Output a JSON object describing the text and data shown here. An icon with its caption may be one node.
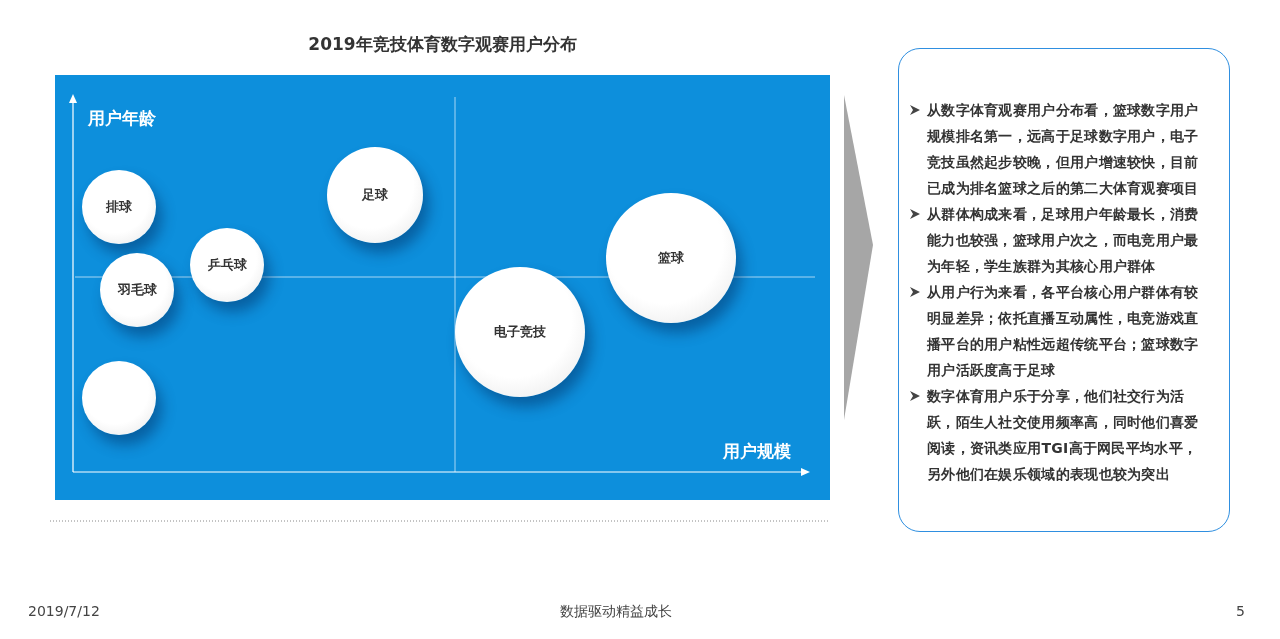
{
  "diagram": {
    "title": "2019年竞技体育数字观赛用户分布",
    "nodes": [
      {
        "text": [],
        "shape": "box"
      },
      {
        "text": [
          "足球"
        ],
        "in": 0
      },
      {
        "text": [
          "排球"
        ],
        "in": 0
      },
      {
        "text": [
          "篮球"
        ],
        "in": 0
      },
      {
        "text": [
          "乒乓球"
        ],
        "in": 0
      },
      {
        "text": [
          "羽毛球"
        ],
        "in": 0
      },
      {
        "text": [
          "电子竞技"
        ],
        "in": 0
      },
      {
        "text": [],
        "shape": "circle",
        "in": 0
      },
      {
        "text": [
          "从数字体育观赛用户分布看，篮球数字用户规模排名第一，远高于足球数字用户，电子竞技虽然起步较晚，但用户增速较快，目前已成为排名篮球之后的第二大体育观赛项目",
          "从群体构成来看，足球用户年龄最长，消费能力也较强，篮球用户次之，而电竞用户最为年轻，学生族群为其核心用户群体",
          "从用户行为来看，各平台核心用户群体有较明显差异；依托直播互动属性，电竞游戏直播平台的用户粘性远超传统平台；篮球数字用户活跃度高于足球",
          "数字体育用户乐于分享，他们社交行为活跃，陌生人社交使用频率高，同时他们喜爱阅读，资讯类应用TGI高于网民平均水平，另外他们在娱乐领域的表现也较为突出"
        ]
      }
    ],
    "edges": [
      {
        "from": 0,
        "to": 8,
        "arrow": "to"
      }
    ],
    "labels": [
      "用户年龄",
      "用户规模",
      "2019/7/12",
      "数据驱动精益成长",
      "5"
    ]
  }
}
